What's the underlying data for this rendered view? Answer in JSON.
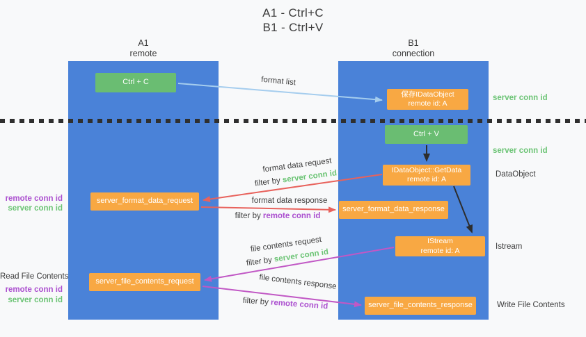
{
  "title": {
    "line1": "A1 - Ctrl+C",
    "line2": "B1 - Ctrl+V"
  },
  "lanes": {
    "left": {
      "name": "A1",
      "role": "remote"
    },
    "right": {
      "name": "B1",
      "role": "connection"
    }
  },
  "nodes": {
    "ctrl_c": {
      "label": "Ctrl + C"
    },
    "save_idataobject": {
      "line1": "保存IDataObject",
      "line2": "remote id: A"
    },
    "ctrl_v": {
      "label": "Ctrl + V"
    },
    "getdata": {
      "line1": "IDataObject::GetData",
      "line2": "remote id: A"
    },
    "format_request": {
      "label": "server_format_data_request"
    },
    "format_response": {
      "label": "server_format_data_response"
    },
    "istream": {
      "line1": "IStream",
      "line2": "remote id: A"
    },
    "file_request": {
      "label": "server_file_contents_request"
    },
    "file_response": {
      "label": "server_file_contents_response"
    }
  },
  "arrow_labels": {
    "format_list": "format list",
    "format_data_request": "format data request",
    "format_data_response": "format data response",
    "file_contents_request": "file contents request",
    "file_contents_response": "file contents response",
    "filter_by": "filter by "
  },
  "side_labels": {
    "server_conn_id": "server conn id",
    "remote_conn_id": "remote conn id",
    "dataobject": "DataObject",
    "istream": "Istream",
    "read_file_contents": "Read File Contents",
    "write_file_contents": "Write File Contents"
  },
  "colors": {
    "lane_blue": "#4a82d8",
    "node_orange": "#f8a843",
    "node_green": "#6abd72",
    "server_conn_green": "#6cc475",
    "remote_conn_purple": "#ab4fcf",
    "request_red": "#e8625c",
    "contents_magenta": "#c158c5",
    "format_list_blue": "#a5cdee",
    "arrow_black": "#2d2d2d",
    "background": "#f8f9fa"
  }
}
